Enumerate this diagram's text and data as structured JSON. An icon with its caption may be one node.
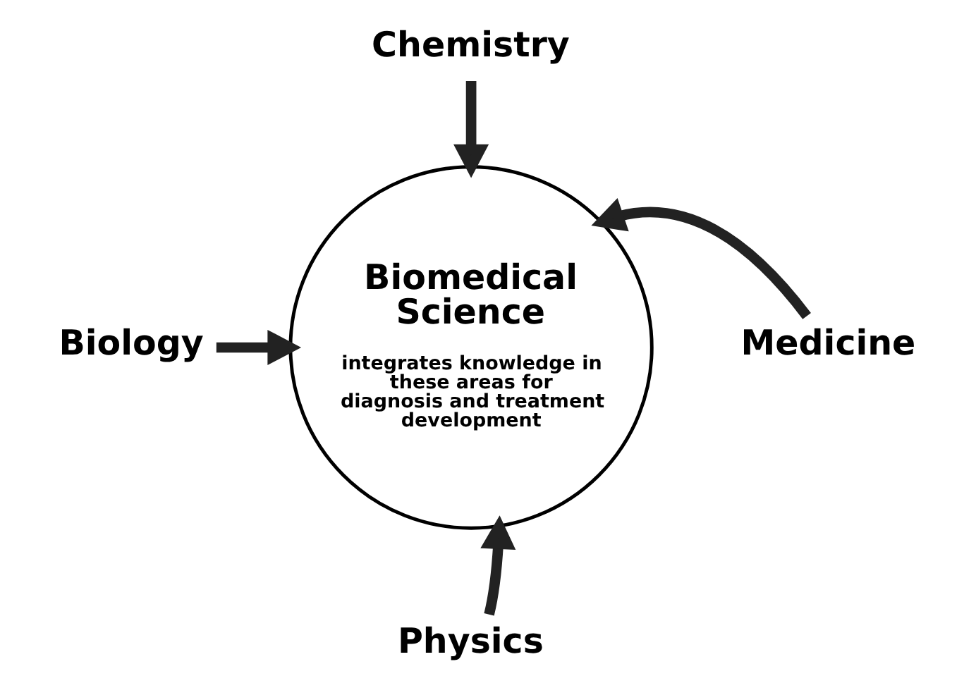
{
  "diagram": {
    "nodes": [
      {
        "text": [
          "Biomedical Science",
          "integrates knowledge in these areas for diagnosis and treatment development"
        ]
      },
      {
        "text": [
          "Chemistry"
        ]
      },
      {
        "text": [
          "Biology"
        ]
      },
      {
        "text": [
          "Medicine"
        ]
      },
      {
        "text": [
          "Physics"
        ]
      }
    ],
    "edges": [
      {
        "from": 1,
        "to": 0,
        "arrow": "to"
      },
      {
        "from": 2,
        "to": 0,
        "arrow": "to"
      },
      {
        "from": 3,
        "to": 0,
        "arrow": "to"
      },
      {
        "from": 4,
        "to": 0,
        "arrow": "to"
      }
    ]
  }
}
